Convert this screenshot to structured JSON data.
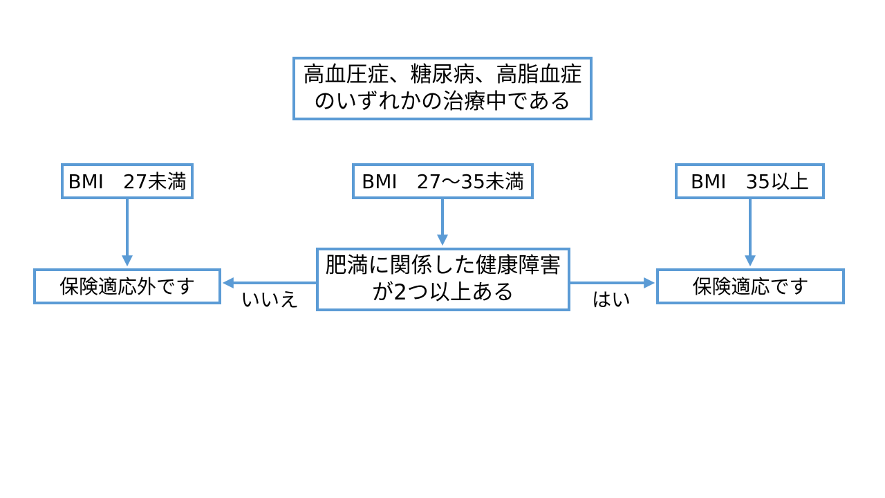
{
  "colors": {
    "box_border": "#5b9bd5",
    "arrow": "#5b9bd5",
    "text": "#000000",
    "background": "#ffffff"
  },
  "nodes": {
    "question_top": {
      "line1": "高血圧症、糖尿病、高脂血症",
      "line2": "のいずれかの治療中である"
    },
    "bmi_low": {
      "text": "BMI　27未満"
    },
    "bmi_mid": {
      "text": "BMI　27〜35未満"
    },
    "bmi_high": {
      "text": "BMI　35以上"
    },
    "question_health": {
      "line1": "肥満に関係した健康障害",
      "line2": "が2つ以上ある"
    },
    "result_not_covered": {
      "text": "保険適応外です"
    },
    "result_covered": {
      "text": "保険適応です"
    }
  },
  "edges": {
    "no_label": "いいえ",
    "yes_label": "はい"
  }
}
